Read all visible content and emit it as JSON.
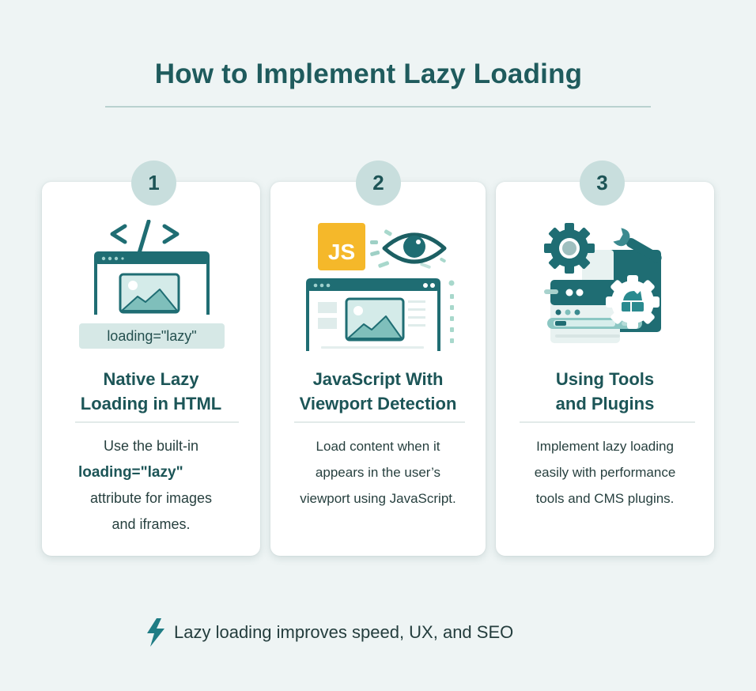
{
  "header": {
    "title": "How to Implement Lazy Loading"
  },
  "colors": {
    "background": "#eef4f4",
    "primary_teal": "#1f6d73",
    "title_text": "#1f5b5d",
    "badge_bg": "#c8dedd",
    "js_yellow": "#f5b82a",
    "light_teal": "#8cc7c3"
  },
  "steps": [
    {
      "number": "1",
      "icon": "code-browser-image-icon",
      "code_label": "loading=\"lazy\"",
      "title_line1": "Native Lazy",
      "title_line2": "Loading in HTML",
      "desc_line1": "Use the built-in",
      "desc_code": "loading=\"lazy\"",
      "desc_line3": "attribute for images",
      "desc_line4": "and iframes."
    },
    {
      "number": "2",
      "icon": "js-eye-viewport-icon",
      "js_label": "JS",
      "title_line1": "JavaScript With",
      "title_line2": "Viewport Detection",
      "desc_line1": "Load content when it",
      "desc_line2": "appears in the user’s",
      "desc_line3": "viewport using JavaScript."
    },
    {
      "number": "3",
      "icon": "gear-wrench-plugin-icon",
      "title_line1": "Using Tools",
      "title_line2": "and Plugins",
      "desc_line1": "Implement lazy loading",
      "desc_line2": "easily with performance",
      "desc_line3": "tools and CMS plugins."
    }
  ],
  "footer": {
    "icon": "lightning-bolt-icon",
    "text": "Lazy loading improves speed, UX, and SEO"
  }
}
